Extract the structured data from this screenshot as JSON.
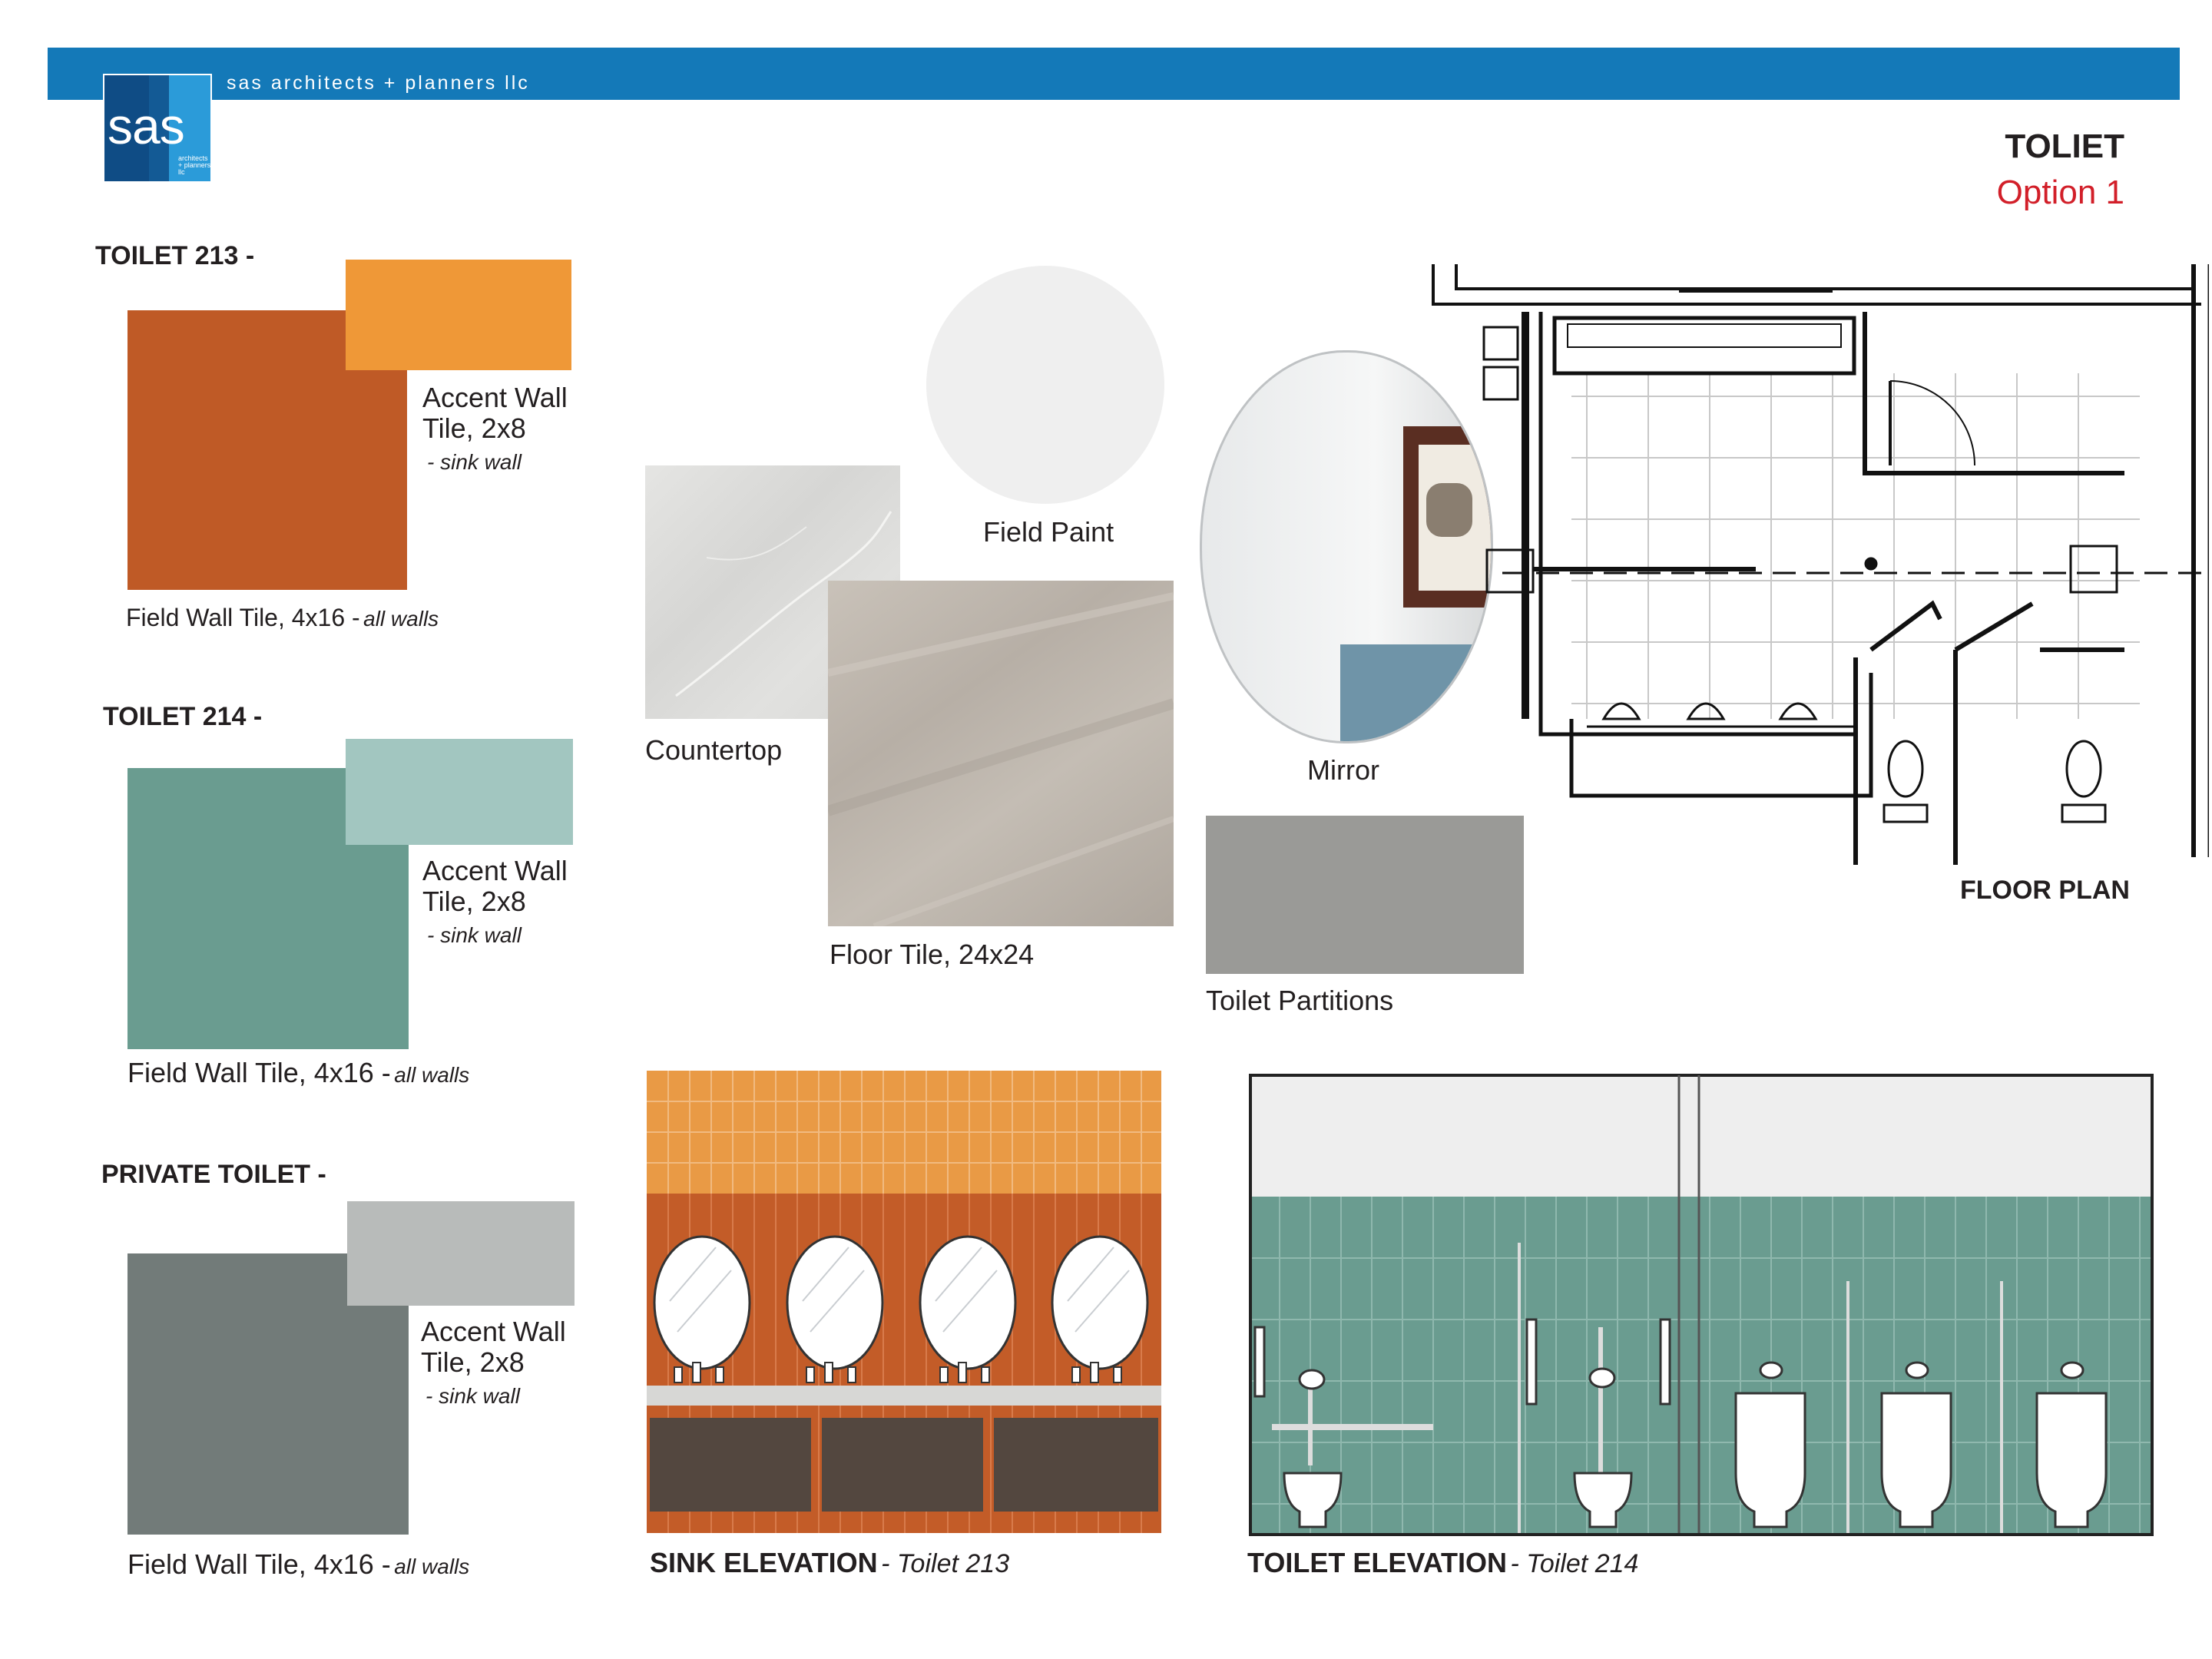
{
  "header": {
    "firm_name": "sas architects + planners llc",
    "logo_text": "sas",
    "logo_subtext": "architects + planners llc",
    "title": "TOLIET",
    "subtitle": "Option 1"
  },
  "colors": {
    "banner": "#1479b8",
    "title_red": "#d21f29",
    "toilet213_field": "#bf5a26",
    "toilet213_accent": "#ef9837",
    "toilet214_field": "#6a9c90",
    "toilet214_accent": "#a2c6c0",
    "private_field": "#727b79",
    "private_accent": "#b8bbba"
  },
  "schemes": [
    {
      "heading": "TOILET 213 -",
      "accent_label_line1": "Accent Wall",
      "accent_label_line2": "Tile, 2x8",
      "accent_note": "- sink wall",
      "field_label": "Field Wall Tile, 4x16 -",
      "field_note": "all walls"
    },
    {
      "heading": "TOILET 214 -",
      "accent_label_line1": "Accent Wall",
      "accent_label_line2": "Tile, 2x8",
      "accent_note": "- sink wall",
      "field_label": "Field Wall Tile, 4x16 -",
      "field_note": "all walls"
    },
    {
      "heading": "PRIVATE TOILET -",
      "accent_label_line1": "Accent Wall",
      "accent_label_line2": "Tile, 2x8",
      "accent_note": "- sink wall",
      "field_label": "Field Wall Tile, 4x16 -",
      "field_note": "all walls"
    }
  ],
  "materials": {
    "countertop": "Countertop",
    "field_paint": "Field Paint",
    "floor_tile": "Floor Tile, 24x24",
    "mirror": "Mirror",
    "toilet_partitions": "Toilet Partitions"
  },
  "drawings": {
    "floor_plan": "FLOOR PLAN",
    "sink_elevation": "SINK ELEVATION",
    "sink_elevation_note": "- Toilet 213",
    "toilet_elevation": "TOILET ELEVATION",
    "toilet_elevation_note": "- Toilet 214"
  }
}
